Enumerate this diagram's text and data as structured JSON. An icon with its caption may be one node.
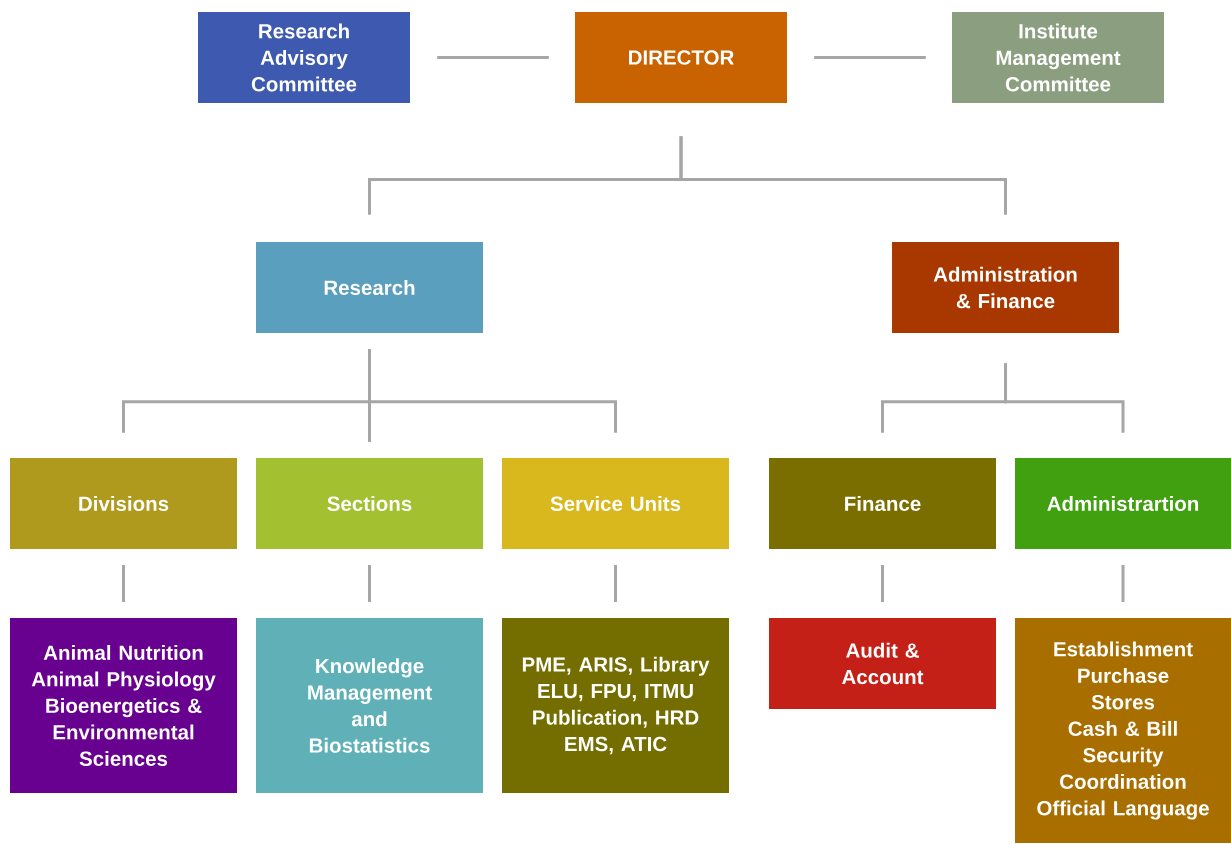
{
  "diagram": {
    "nodes": [
      {
        "text": [
          "Research Advisory Committee"
        ]
      },
      {
        "text": [
          "DIRECTOR"
        ]
      },
      {
        "text": [
          "Institute Management Committee"
        ]
      },
      {
        "text": [
          "Research"
        ]
      },
      {
        "text": [
          "Administration & Finance"
        ]
      },
      {
        "text": [
          "Divisions"
        ]
      },
      {
        "text": [
          "Sections"
        ]
      },
      {
        "text": [
          "Service Units"
        ]
      },
      {
        "text": [
          "Finance"
        ]
      },
      {
        "text": [
          "Administrartion"
        ]
      },
      {
        "text": [
          "Animal Nutrition",
          "Animal Physiology",
          "Bioenergetics & Environmental Sciences"
        ]
      },
      {
        "text": [
          "Knowledge Management and Biostatistics"
        ]
      },
      {
        "text": [
          "PME, ARIS, Library",
          "ELU, FPU, ITMU",
          "Publication, HRD",
          "EMS, ATIC"
        ]
      },
      {
        "text": [
          "Audit & Account"
        ]
      },
      {
        "text": [
          "Establishment",
          "Purchase",
          "Stores",
          "Cash & Bill",
          "Security",
          "Coordination",
          "Official Language"
        ]
      }
    ],
    "edges": [
      {
        "from": 0,
        "to": 1,
        "arrow": "none"
      },
      {
        "from": 1,
        "to": 2,
        "arrow": "none"
      },
      {
        "from": 1,
        "to": 3,
        "arrow": "none"
      },
      {
        "from": 1,
        "to": 4,
        "arrow": "none"
      },
      {
        "from": 3,
        "to": 5,
        "arrow": "none"
      },
      {
        "from": 3,
        "to": 6,
        "arrow": "none"
      },
      {
        "from": 3,
        "to": 7,
        "arrow": "none"
      },
      {
        "from": 4,
        "to": 8,
        "arrow": "none"
      },
      {
        "from": 4,
        "to": 9,
        "arrow": "none"
      },
      {
        "from": 5,
        "to": 10,
        "arrow": "none"
      },
      {
        "from": 6,
        "to": 11,
        "arrow": "none"
      },
      {
        "from": 7,
        "to": 12,
        "arrow": "none"
      },
      {
        "from": 8,
        "to": 13,
        "arrow": "none"
      },
      {
        "from": 9,
        "to": 14,
        "arrow": "none"
      }
    ]
  }
}
